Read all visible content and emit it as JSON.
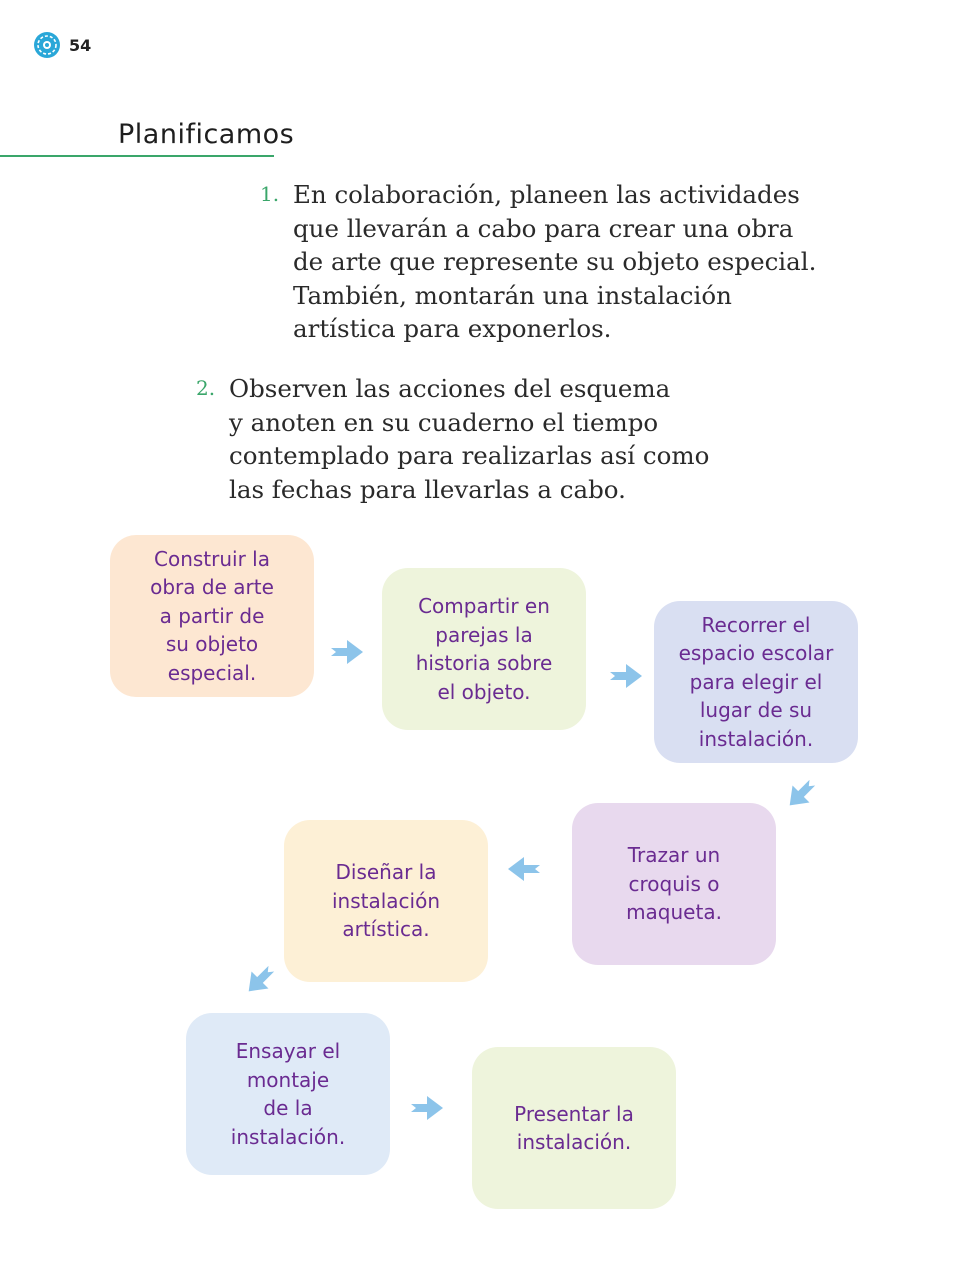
{
  "header": {
    "page_number": "54",
    "icon": "gear-flower-icon"
  },
  "section": {
    "title": "Planificamos"
  },
  "instructions": [
    {
      "number": "1.",
      "lines": [
        "En colaboración, planeen las actividades",
        "que llevarán a cabo para crear una obra",
        "de arte que represente su objeto especial.",
        "También, montarán una instalación",
        "artística para exponerlos."
      ]
    },
    {
      "number": "2.",
      "lines": [
        "Observen las acciones del esquema",
        "y anoten en su cuaderno el tiempo",
        "contemplado para realizarlas así como",
        "las fechas para llevarlas a cabo."
      ]
    }
  ],
  "diagram": {
    "steps": [
      {
        "text": "Construir la\nobra de arte\na partir de\nsu objeto\nespecial.",
        "color": "#fde7d2"
      },
      {
        "text": "Compartir en\nparejas la\nhistoria sobre\nel objeto.",
        "color": "#eef4dc"
      },
      {
        "text": "Recorrer el\nespacio escolar\npara elegir el\nlugar de su\ninstalación.",
        "color": "#d9dff2"
      },
      {
        "text": "Trazar un\ncroquis o\nmaqueta.",
        "color": "#e8d9ee"
      },
      {
        "text": "Diseñar la\ninstalación\nartística.",
        "color": "#fdf0d6"
      },
      {
        "text": "Ensayar el\nmontaje\nde la\ninstalación.",
        "color": "#dfeaf7"
      },
      {
        "text": "Presentar la\ninstalación.",
        "color": "#eef4dc"
      }
    ],
    "arrow_color": "#8cc4ea",
    "text_color": "#6a2b91"
  }
}
